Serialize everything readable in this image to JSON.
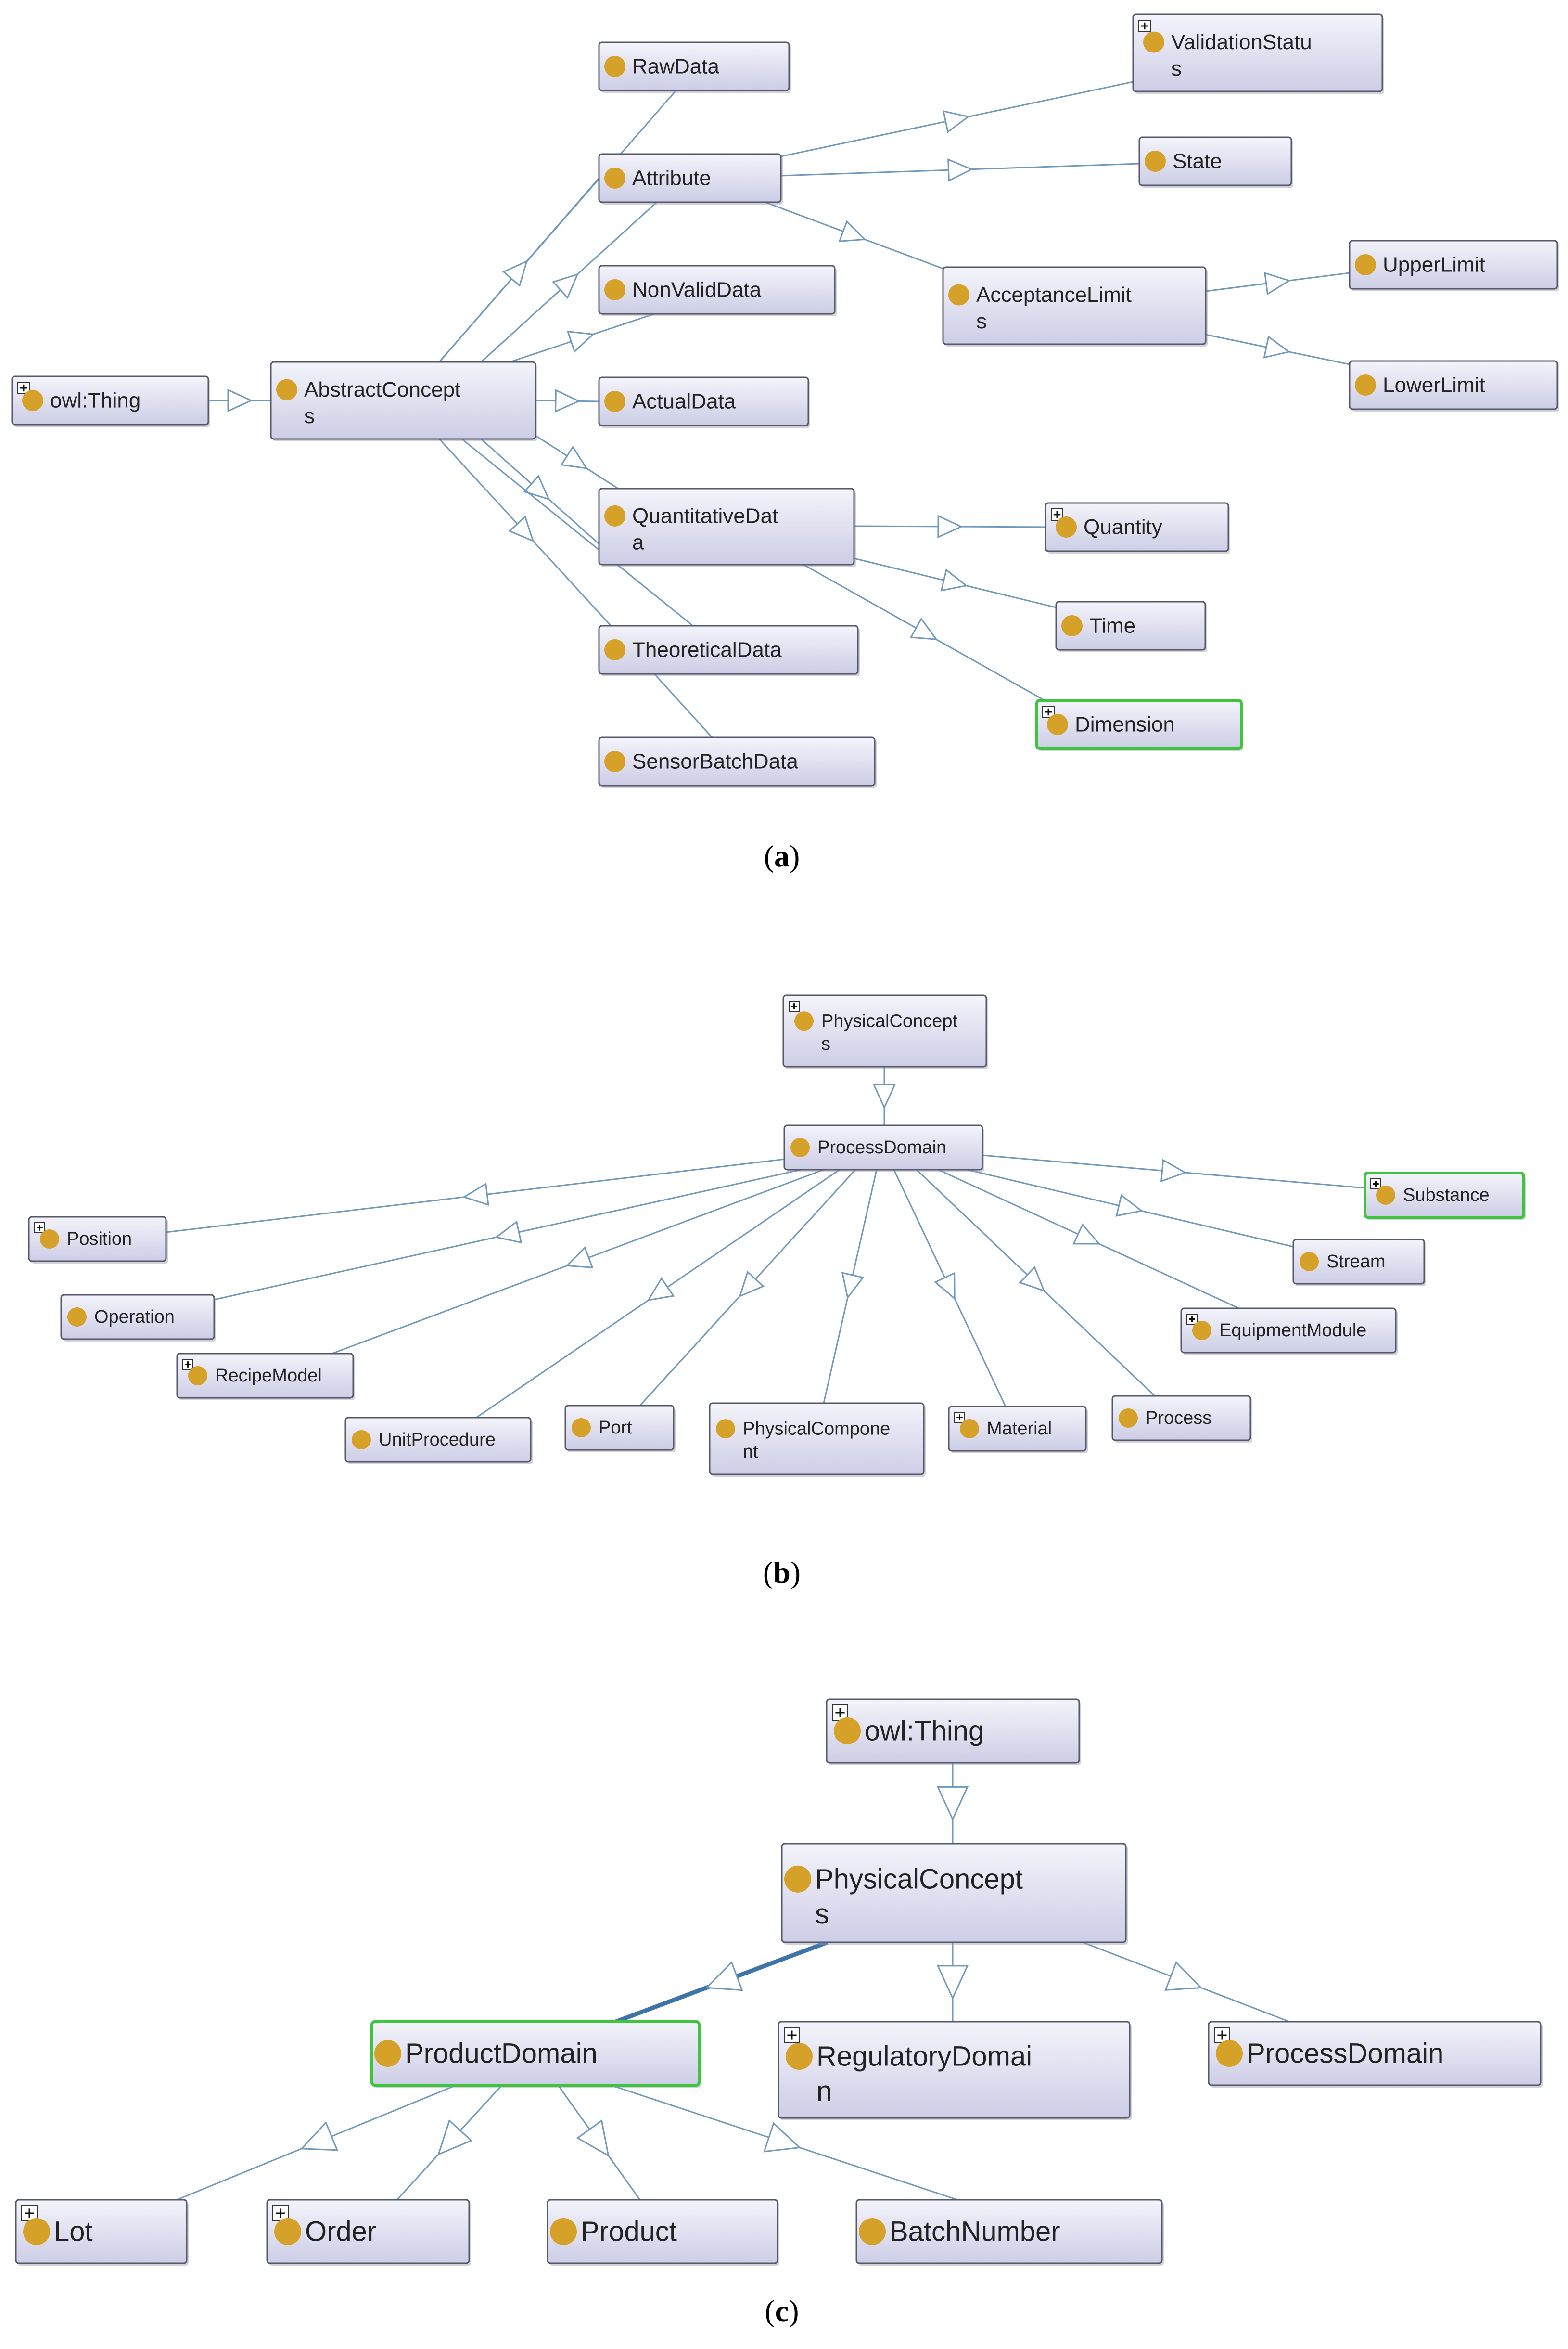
{
  "colors": {
    "node_fill_top": "#f4f4fb",
    "node_fill_bottom": "#cdcde6",
    "node_border": "#55586a",
    "highlight_border": "#3fc43f",
    "dot": "#d6a128",
    "edge": "#6f98bd",
    "text": "#222222"
  },
  "icons": {
    "expand": "plus-box-icon",
    "class": "class-dot-icon",
    "arrow": "hollow-triangle-arrow-icon"
  },
  "panels": [
    {
      "id": "a",
      "caption_pre": "(",
      "caption_letter": "a",
      "caption_post": ")",
      "nodes": [
        {
          "id": "owlthing_a",
          "label": [
            "owl:Thing"
          ],
          "expand": true
        },
        {
          "id": "abstract",
          "label": [
            "AbstractConcept",
            "s"
          ],
          "expand": false
        },
        {
          "id": "rawdata",
          "label": [
            "RawData"
          ],
          "expand": false
        },
        {
          "id": "attribute",
          "label": [
            "Attribute"
          ],
          "expand": false
        },
        {
          "id": "nonvalid",
          "label": [
            "NonValidData"
          ],
          "expand": false
        },
        {
          "id": "actual",
          "label": [
            "ActualData"
          ],
          "expand": false
        },
        {
          "id": "quant",
          "label": [
            "QuantitativeDat",
            "a"
          ],
          "expand": false
        },
        {
          "id": "theoretical",
          "label": [
            "TheoreticalData"
          ],
          "expand": false
        },
        {
          "id": "sensor",
          "label": [
            "SensorBatchData"
          ],
          "expand": false
        },
        {
          "id": "validation",
          "label": [
            "ValidationStatu",
            "s"
          ],
          "expand": true
        },
        {
          "id": "state",
          "label": [
            "State"
          ],
          "expand": false
        },
        {
          "id": "acceptance",
          "label": [
            "AcceptanceLimit",
            "s"
          ],
          "expand": false
        },
        {
          "id": "upper",
          "label": [
            "UpperLimit"
          ],
          "expand": false
        },
        {
          "id": "lower",
          "label": [
            "LowerLimit"
          ],
          "expand": false
        },
        {
          "id": "quantity",
          "label": [
            "Quantity"
          ],
          "expand": true
        },
        {
          "id": "time",
          "label": [
            "Time"
          ],
          "expand": false
        },
        {
          "id": "dimension",
          "label": [
            "Dimension"
          ],
          "expand": true,
          "highlight": true
        }
      ],
      "edges": [
        [
          "owlthing_a",
          "abstract",
          "head"
        ],
        [
          "abstract",
          "rawdata",
          "plain"
        ],
        [
          "abstract",
          "attribute",
          "head"
        ],
        [
          "abstract",
          "attribute",
          "head2"
        ],
        [
          "abstract",
          "nonvalid",
          "head"
        ],
        [
          "abstract",
          "actual",
          "head"
        ],
        [
          "abstract",
          "quant",
          "head"
        ],
        [
          "abstract",
          "quant",
          "head2"
        ],
        [
          "abstract",
          "theoretical",
          "head"
        ],
        [
          "abstract",
          "theoretical",
          "plain2"
        ],
        [
          "theoretical",
          "sensor",
          "plain"
        ],
        [
          "attribute",
          "validation",
          "head"
        ],
        [
          "attribute",
          "state",
          "head"
        ],
        [
          "attribute",
          "acceptance",
          "head"
        ],
        [
          "acceptance",
          "upper",
          "head"
        ],
        [
          "acceptance",
          "lower",
          "head"
        ],
        [
          "quant",
          "quantity",
          "head"
        ],
        [
          "quant",
          "time",
          "head"
        ],
        [
          "quant",
          "dimension",
          "head"
        ]
      ]
    },
    {
      "id": "b",
      "caption_pre": "(",
      "caption_letter": "b",
      "caption_post": ")",
      "nodes": [
        {
          "id": "phys_b",
          "label": [
            "PhysicalConcept",
            "s"
          ],
          "expand": true
        },
        {
          "id": "procdomain_b",
          "label": [
            "ProcessDomain"
          ],
          "expand": false
        },
        {
          "id": "position",
          "label": [
            "Position"
          ],
          "expand": true
        },
        {
          "id": "operation",
          "label": [
            "Operation"
          ],
          "expand": false
        },
        {
          "id": "recipe",
          "label": [
            "RecipeModel"
          ],
          "expand": true
        },
        {
          "id": "unitproc",
          "label": [
            "UnitProcedure"
          ],
          "expand": false
        },
        {
          "id": "port",
          "label": [
            "Port"
          ],
          "expand": false
        },
        {
          "id": "physcomp",
          "label": [
            "PhysicalCompone",
            "nt"
          ],
          "expand": false
        },
        {
          "id": "material",
          "label": [
            "Material"
          ],
          "expand": true
        },
        {
          "id": "process",
          "label": [
            "Process"
          ],
          "expand": false
        },
        {
          "id": "equipment",
          "label": [
            "EquipmentModule"
          ],
          "expand": true
        },
        {
          "id": "stream",
          "label": [
            "Stream"
          ],
          "expand": false
        },
        {
          "id": "substance",
          "label": [
            "Substance"
          ],
          "expand": true,
          "highlight": true
        }
      ],
      "edges": [
        [
          "phys_b",
          "procdomain_b",
          "head"
        ],
        [
          "procdomain_b",
          "position",
          "head"
        ],
        [
          "procdomain_b",
          "operation",
          "head"
        ],
        [
          "procdomain_b",
          "recipe",
          "head"
        ],
        [
          "procdomain_b",
          "unitproc",
          "head"
        ],
        [
          "procdomain_b",
          "port",
          "head"
        ],
        [
          "procdomain_b",
          "physcomp",
          "head"
        ],
        [
          "procdomain_b",
          "material",
          "head"
        ],
        [
          "procdomain_b",
          "process",
          "head"
        ],
        [
          "procdomain_b",
          "equipment",
          "head"
        ],
        [
          "procdomain_b",
          "stream",
          "head"
        ],
        [
          "procdomain_b",
          "substance",
          "head"
        ]
      ]
    },
    {
      "id": "c",
      "caption_pre": "(",
      "caption_letter": "c",
      "caption_post": ")",
      "nodes": [
        {
          "id": "owlthing_c",
          "label": [
            "owl:Thing"
          ],
          "expand": true
        },
        {
          "id": "phys_c",
          "label": [
            "PhysicalConcept",
            "s"
          ],
          "expand": false
        },
        {
          "id": "product_domain",
          "label": [
            "ProductDomain"
          ],
          "expand": false,
          "highlight": true
        },
        {
          "id": "regulatory",
          "label": [
            "RegulatoryDomai",
            "n"
          ],
          "expand": true
        },
        {
          "id": "procdomain_c",
          "label": [
            "ProcessDomain"
          ],
          "expand": true
        },
        {
          "id": "lot",
          "label": [
            "Lot"
          ],
          "expand": true
        },
        {
          "id": "order",
          "label": [
            "Order"
          ],
          "expand": true
        },
        {
          "id": "product",
          "label": [
            "Product"
          ],
          "expand": false
        },
        {
          "id": "batch",
          "label": [
            "BatchNumber"
          ],
          "expand": false
        }
      ],
      "edges": [
        [
          "owlthing_c",
          "phys_c",
          "head"
        ],
        [
          "phys_c",
          "product_domain",
          "bold"
        ],
        [
          "phys_c",
          "regulatory",
          "head"
        ],
        [
          "phys_c",
          "procdomain_c",
          "head"
        ],
        [
          "product_domain",
          "lot",
          "head"
        ],
        [
          "product_domain",
          "order",
          "head"
        ],
        [
          "product_domain",
          "product",
          "head"
        ],
        [
          "product_domain",
          "batch",
          "head"
        ]
      ]
    }
  ]
}
